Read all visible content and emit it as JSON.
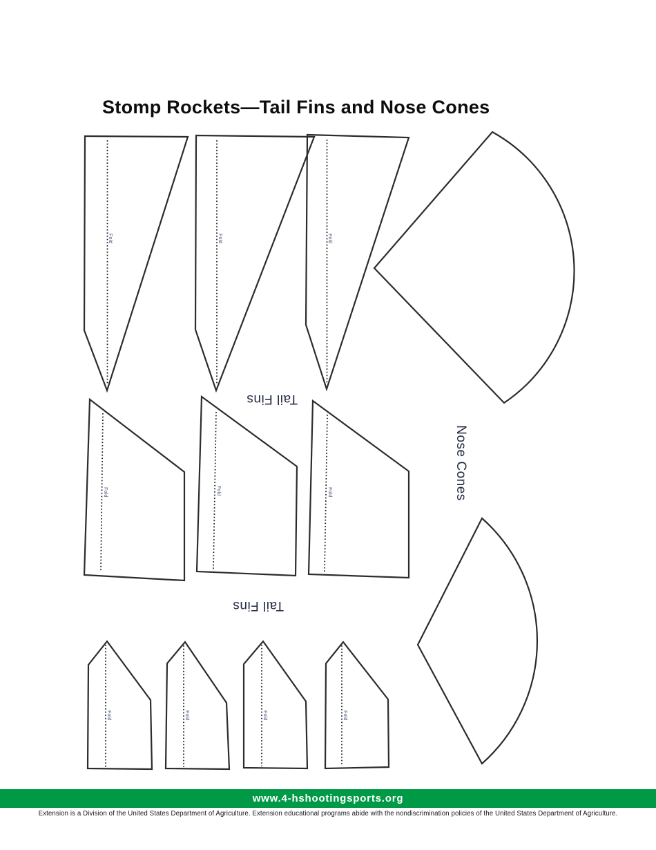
{
  "page": {
    "title": "Stomp Rockets—Tail Fins and Nose Cones",
    "background_color": "#ffffff",
    "ink_color": "#2c2c2c"
  },
  "labels": {
    "fold": "Fold",
    "tail_fins": "Tail Fins",
    "nose_cones": "Nose Cones"
  },
  "templates": {
    "large_tail_fins_count": 3,
    "medium_tail_fins_count": 3,
    "small_tail_fins_count": 4,
    "nose_cones_count": 2
  },
  "footer": {
    "bar_color": "#009a47",
    "url": "www.4-hshootingsports.org",
    "disclaimer": "Extension is a Division of the United States Department of Agriculture.  Extension educational programs abide with the nondiscrimination policies of the United States Department of Agriculture."
  }
}
